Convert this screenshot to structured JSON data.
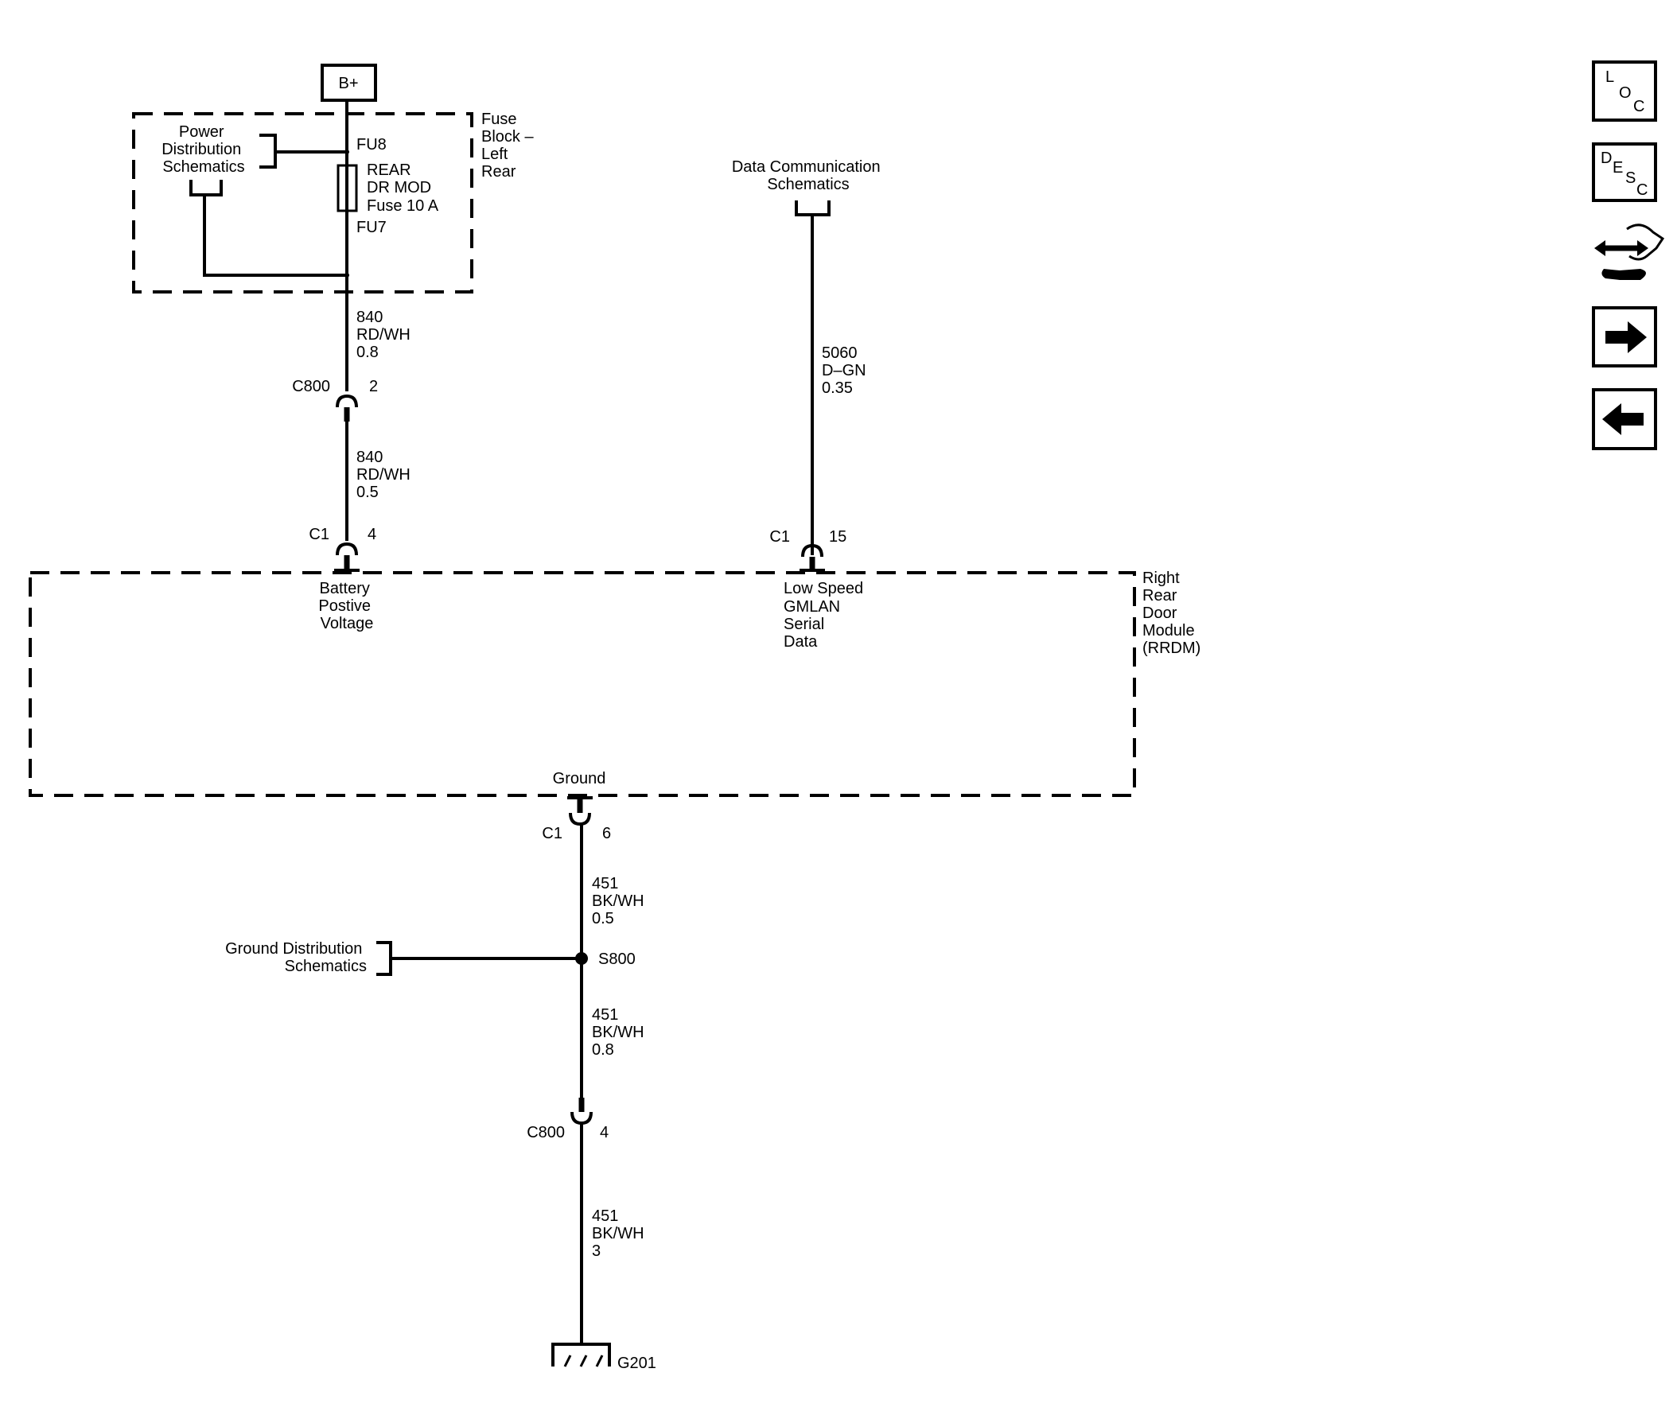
{
  "supply": {
    "bplus": "B+"
  },
  "fuse_block": {
    "name_lines": [
      "Fuse",
      "Block –",
      "Left",
      "Rear"
    ],
    "power_ref_lines": [
      "Power",
      "Distribution",
      "Schematics"
    ],
    "fu_top": "FU8",
    "fuse_lines": [
      "REAR",
      "DR MOD",
      "Fuse 10 A"
    ],
    "fu_bottom": "FU7"
  },
  "wires": {
    "w1": {
      "circuit": "840",
      "color": "RD/WH",
      "size": "0.8"
    },
    "w2": {
      "circuit": "840",
      "color": "RD/WH",
      "size": "0.5"
    },
    "w3": {
      "circuit": "5060",
      "color": "D–GN",
      "size": "0.35"
    },
    "w4": {
      "circuit": "451",
      "color": "BK/WH",
      "size": "0.5"
    },
    "w5": {
      "circuit": "451",
      "color": "BK/WH",
      "size": "0.8"
    },
    "w6": {
      "circuit": "451",
      "color": "BK/WH",
      "size": "3"
    }
  },
  "connectors": {
    "c800_a": {
      "name": "C800",
      "pin": "2"
    },
    "c1_a": {
      "name": "C1",
      "pin": "4"
    },
    "c1_b": {
      "name": "C1",
      "pin": "15"
    },
    "c1_c": {
      "name": "C1",
      "pin": "6"
    },
    "c800_b": {
      "name": "C800",
      "pin": "4"
    }
  },
  "data_comm_ref_lines": [
    "Data Communication",
    "Schematics"
  ],
  "module": {
    "name_lines": [
      "Right",
      "Rear",
      "Door",
      "Module",
      "(RRDM)"
    ],
    "pin_battery_lines": [
      "Battery",
      "Postive",
      "Voltage"
    ],
    "pin_gmlan_lines": [
      "Low Speed",
      "GMLAN",
      "Serial",
      "Data"
    ],
    "pin_ground": "Ground"
  },
  "ground_dist_ref_lines": [
    "Ground Distribution",
    "Schematics"
  ],
  "splice": "S800",
  "ground_point": "G201",
  "nav": {
    "loc": [
      "L",
      "O",
      "C"
    ],
    "desc": [
      "D",
      "E",
      "S",
      "C"
    ],
    "icons": [
      "connector-swap-icon",
      "arrow-right-icon",
      "arrow-left-icon"
    ]
  }
}
